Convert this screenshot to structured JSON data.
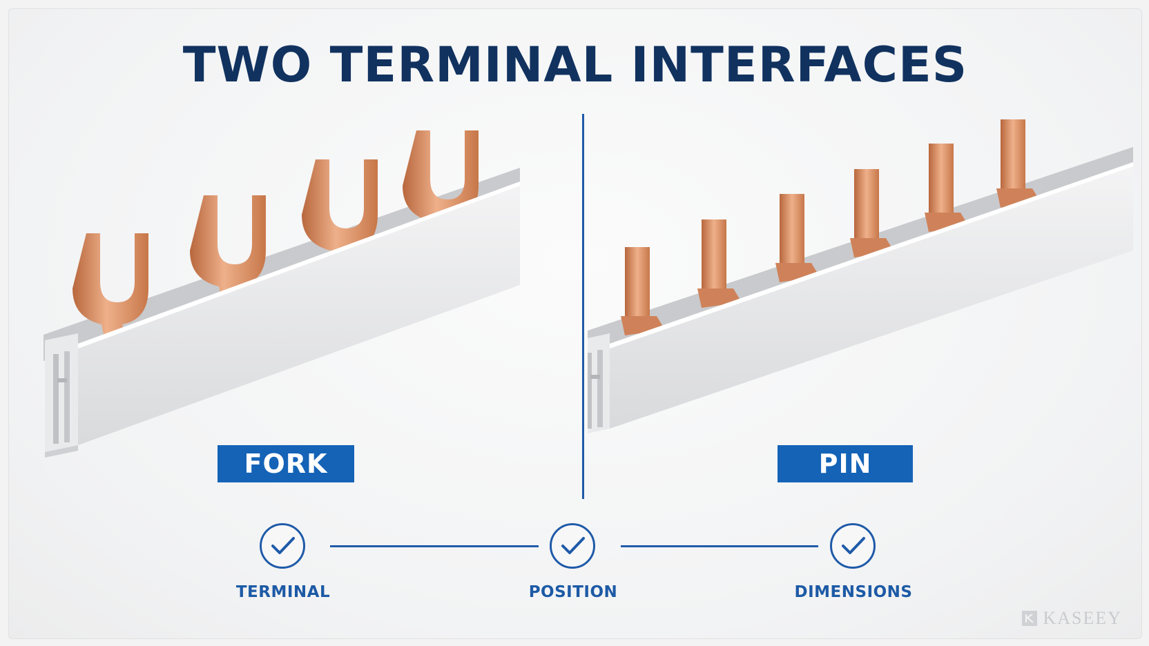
{
  "title": "TWO TERMINAL INTERFACES",
  "products": [
    {
      "label": "FORK",
      "terminal_shape": "fork",
      "terminal_count": 4
    },
    {
      "label": "PIN",
      "terminal_shape": "pin",
      "terminal_count": 6
    }
  ],
  "features": [
    {
      "label": "TERMINAL",
      "icon": "check-circle-icon"
    },
    {
      "label": "POSITION",
      "icon": "check-circle-icon"
    },
    {
      "label": "DIMENSIONS",
      "icon": "check-circle-icon"
    }
  ],
  "watermark": {
    "text": "KASEEY",
    "icon": "kaseey-logo-icon"
  },
  "colors": {
    "title": "#11325f",
    "accent": "#1463b7",
    "lines": "#1f5aa8",
    "copper": "#d88a5e",
    "busbar": "#e4e5e7"
  }
}
